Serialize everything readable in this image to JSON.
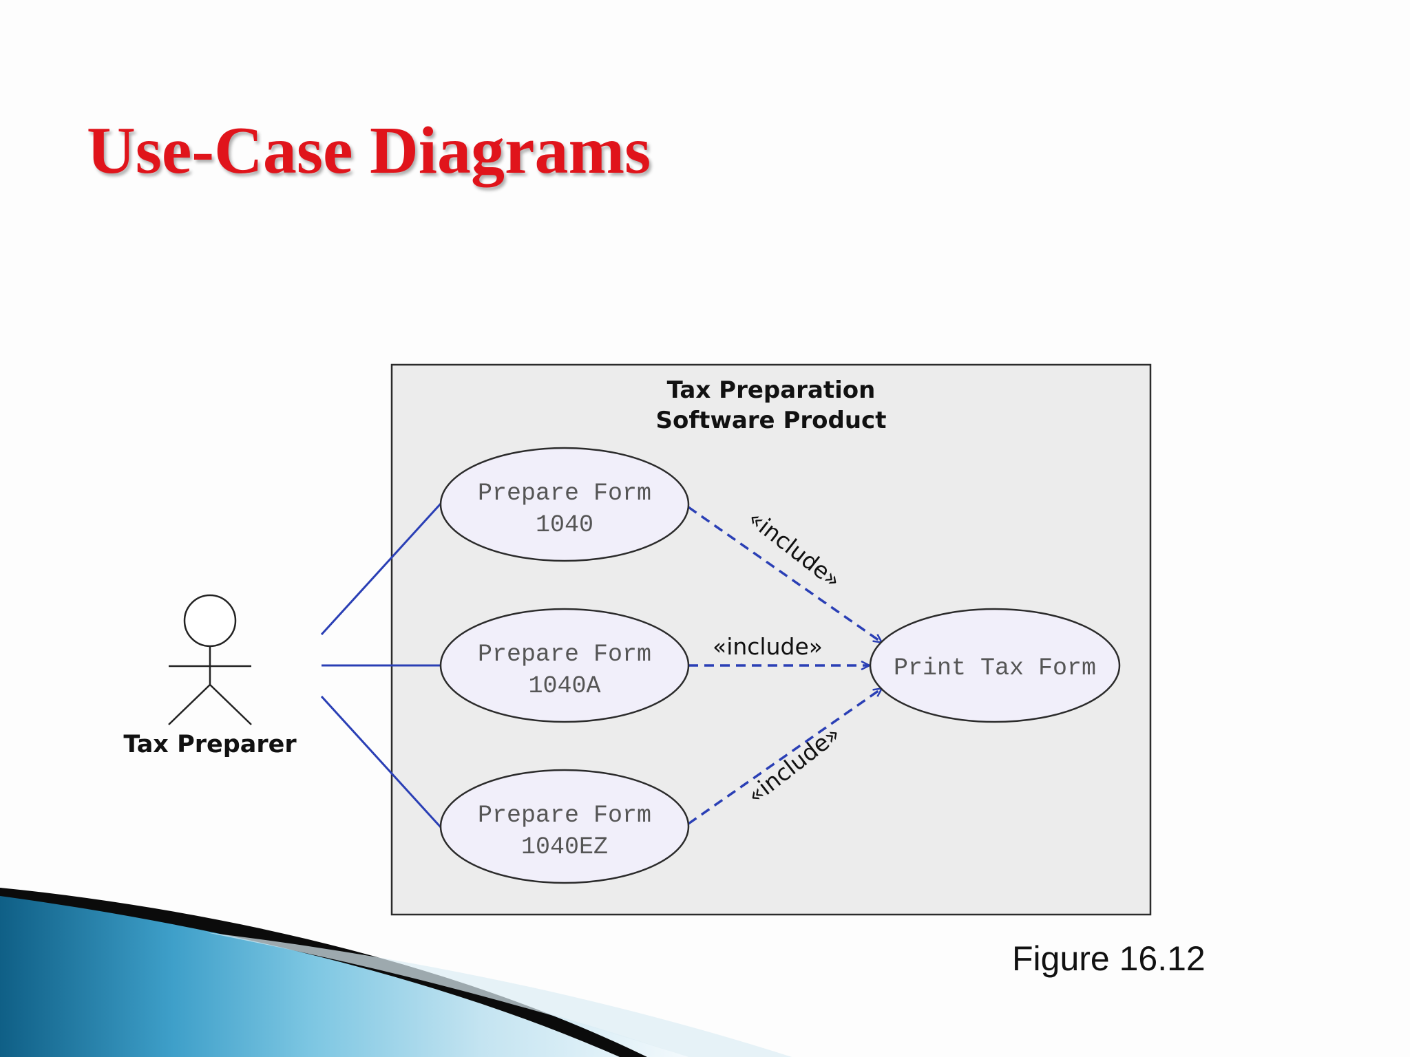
{
  "slide": {
    "title": "Use-Case Diagrams",
    "figure_caption": "Figure 16.12"
  },
  "diagram": {
    "system_name": [
      "Tax Preparation",
      "Software Product"
    ],
    "actor": {
      "label": "Tax Preparer",
      "icon": "stick-figure-actor-icon"
    },
    "use_cases": [
      {
        "id": "uc1040",
        "lines": [
          "Prepare Form",
          "1040"
        ]
      },
      {
        "id": "uc1040a",
        "lines": [
          "Prepare Form",
          "1040A"
        ]
      },
      {
        "id": "uc1040ez",
        "lines": [
          "Prepare Form",
          "1040EZ"
        ]
      },
      {
        "id": "ucprint",
        "lines": [
          "Print Tax Form"
        ]
      }
    ],
    "include_labels": [
      "«include»",
      "«include»",
      "«include»"
    ],
    "colors": {
      "association_line": "#2a3fb5",
      "include_arrow": "#2a3fb5",
      "title": "#e0141b",
      "system_box_fill": "#ececec",
      "use_case_fill": "#f1effa"
    }
  }
}
